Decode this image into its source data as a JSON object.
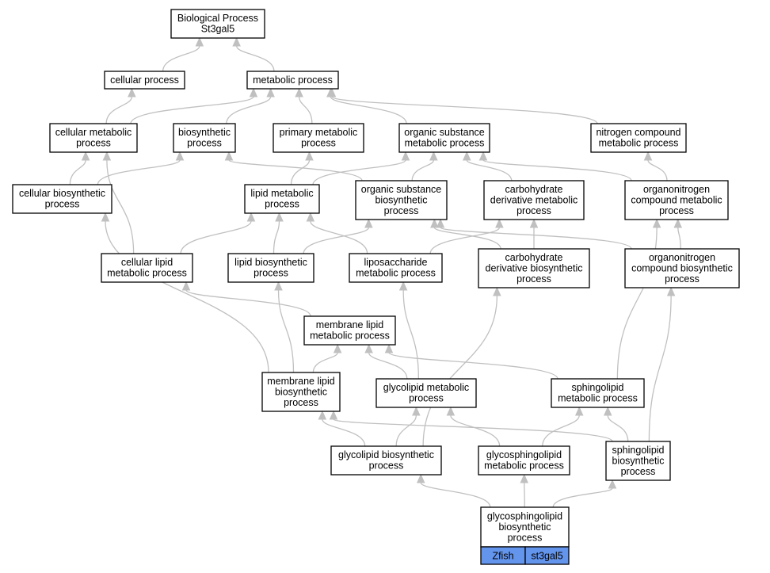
{
  "graph": {
    "nodes": [
      {
        "id": "bp",
        "lines": [
          "Biological Process",
          "St3gal5"
        ]
      },
      {
        "id": "cp",
        "lines": [
          "cellular process"
        ]
      },
      {
        "id": "mp",
        "lines": [
          "metabolic process"
        ]
      },
      {
        "id": "cmp",
        "lines": [
          "cellular metabolic",
          "process"
        ]
      },
      {
        "id": "bsp",
        "lines": [
          "biosynthetic",
          "process"
        ]
      },
      {
        "id": "pmp",
        "lines": [
          "primary metabolic",
          "process"
        ]
      },
      {
        "id": "osmp",
        "lines": [
          "organic substance",
          "metabolic process"
        ]
      },
      {
        "id": "ncmp",
        "lines": [
          "nitrogen compound",
          "metabolic process"
        ]
      },
      {
        "id": "cbp",
        "lines": [
          "cellular biosynthetic",
          "process"
        ]
      },
      {
        "id": "lmp",
        "lines": [
          "lipid metabolic",
          "process"
        ]
      },
      {
        "id": "osbp",
        "lines": [
          "organic substance",
          "biosynthetic",
          "process"
        ]
      },
      {
        "id": "cdmp",
        "lines": [
          "carbohydrate",
          "derivative metabolic",
          "process"
        ]
      },
      {
        "id": "oncmp",
        "lines": [
          "organonitrogen",
          "compound metabolic",
          "process"
        ]
      },
      {
        "id": "clmp",
        "lines": [
          "cellular lipid",
          "metabolic process"
        ]
      },
      {
        "id": "lbp",
        "lines": [
          "lipid biosynthetic",
          "process"
        ]
      },
      {
        "id": "lsmp",
        "lines": [
          "liposaccharide",
          "metabolic process"
        ]
      },
      {
        "id": "cdbp",
        "lines": [
          "carbohydrate",
          "derivative biosynthetic",
          "process"
        ]
      },
      {
        "id": "oncbp",
        "lines": [
          "organonitrogen",
          "compound biosynthetic",
          "process"
        ]
      },
      {
        "id": "mlmp",
        "lines": [
          "membrane lipid",
          "metabolic process"
        ]
      },
      {
        "id": "mlbp",
        "lines": [
          "membrane lipid",
          "biosynthetic",
          "process"
        ]
      },
      {
        "id": "glmp",
        "lines": [
          "glycolipid metabolic",
          "process"
        ]
      },
      {
        "id": "slmp",
        "lines": [
          "sphingolipid",
          "metabolic process"
        ]
      },
      {
        "id": "glbp",
        "lines": [
          "glycolipid biosynthetic",
          "process"
        ]
      },
      {
        "id": "gslmp",
        "lines": [
          "glycosphingolipid",
          "metabolic process"
        ]
      },
      {
        "id": "slbp",
        "lines": [
          "sphingolipid",
          "biosynthetic",
          "process"
        ]
      },
      {
        "id": "gslbp",
        "lines": [
          "glycosphingolipid",
          "biosynthetic",
          "process"
        ]
      }
    ],
    "edges": [
      [
        "cp",
        "bp"
      ],
      [
        "mp",
        "bp"
      ],
      [
        "cmp",
        "cp"
      ],
      [
        "cmp",
        "mp"
      ],
      [
        "bsp",
        "mp"
      ],
      [
        "pmp",
        "mp"
      ],
      [
        "osmp",
        "mp"
      ],
      [
        "ncmp",
        "mp"
      ],
      [
        "cbp",
        "cmp"
      ],
      [
        "cbp",
        "bsp"
      ],
      [
        "lmp",
        "pmp"
      ],
      [
        "lmp",
        "osmp"
      ],
      [
        "osbp",
        "bsp"
      ],
      [
        "osbp",
        "osmp"
      ],
      [
        "cdmp",
        "osmp"
      ],
      [
        "oncmp",
        "osmp"
      ],
      [
        "oncmp",
        "ncmp"
      ],
      [
        "clmp",
        "cmp"
      ],
      [
        "clmp",
        "lmp"
      ],
      [
        "lbp",
        "lmp"
      ],
      [
        "lbp",
        "osbp"
      ],
      [
        "lsmp",
        "lmp"
      ],
      [
        "lsmp",
        "cdmp"
      ],
      [
        "cdbp",
        "osbp"
      ],
      [
        "cdbp",
        "cdmp"
      ],
      [
        "oncbp",
        "osbp"
      ],
      [
        "oncbp",
        "oncmp"
      ],
      [
        "mlmp",
        "clmp"
      ],
      [
        "mlbp",
        "cbp"
      ],
      [
        "mlbp",
        "lbp"
      ],
      [
        "mlbp",
        "mlmp"
      ],
      [
        "glmp",
        "mlmp"
      ],
      [
        "glmp",
        "lsmp"
      ],
      [
        "slmp",
        "mlmp"
      ],
      [
        "slmp",
        "oncmp"
      ],
      [
        "glbp",
        "mlbp"
      ],
      [
        "glbp",
        "glmp"
      ],
      [
        "glbp",
        "cdbp"
      ],
      [
        "gslmp",
        "glmp"
      ],
      [
        "gslmp",
        "slmp"
      ],
      [
        "slbp",
        "mlbp"
      ],
      [
        "slbp",
        "slmp"
      ],
      [
        "slbp",
        "oncbp"
      ],
      [
        "gslbp",
        "glbp"
      ],
      [
        "gslbp",
        "gslmp"
      ],
      [
        "gslbp",
        "slbp"
      ]
    ]
  },
  "annotation": {
    "species": "Zfish",
    "gene": "st3gal5",
    "color": "#6495ed"
  },
  "colors": {
    "edge": "#c0c0c0",
    "node_border": "#000000",
    "node_fill": "#ffffff"
  }
}
